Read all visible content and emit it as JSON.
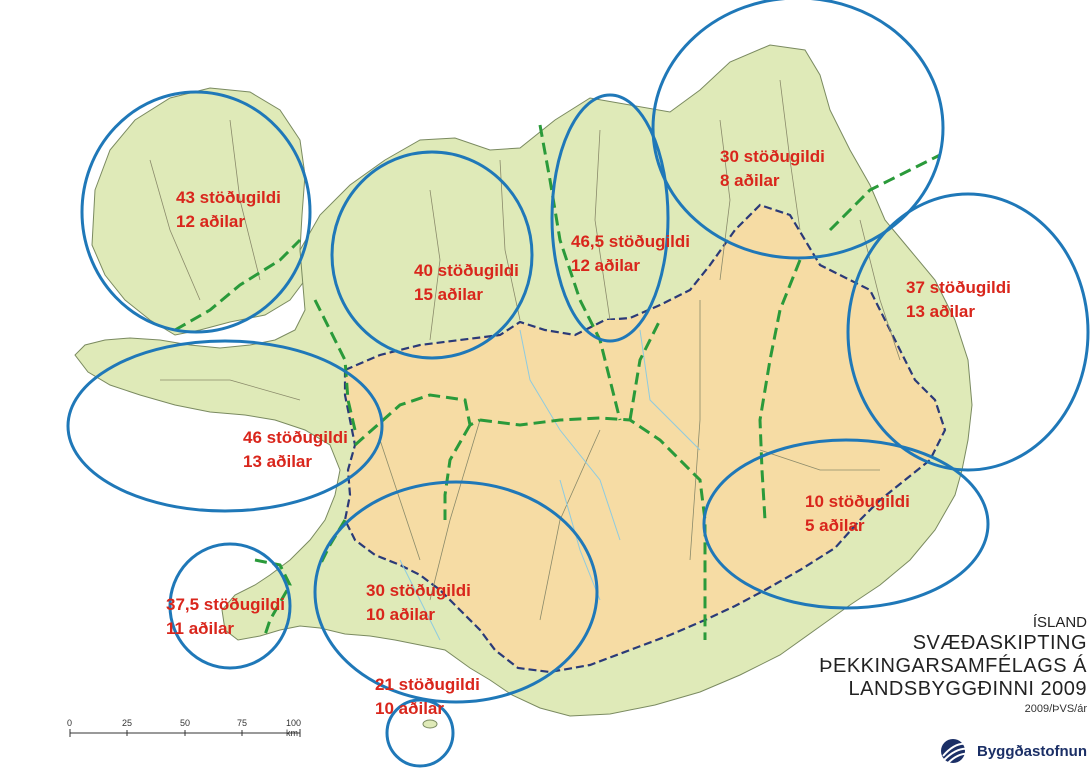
{
  "regions": [
    {
      "id": "vestfirdir",
      "line1": "43 stöðugildi",
      "line2": "12 aðilar"
    },
    {
      "id": "nordurland-vestra",
      "line1": "40 stöðugildi",
      "line2": "15 aðilar"
    },
    {
      "id": "eyjafjordur",
      "line1": "46,5 stöðugildi",
      "line2": "12 aðilar"
    },
    {
      "id": "nordurland-eystra",
      "line1": "30 stöðugildi",
      "line2": "8 aðilar"
    },
    {
      "id": "austurland",
      "line1": "37 stöðugildi",
      "line2": "13 aðilar"
    },
    {
      "id": "vesturland",
      "line1": "46 stöðugildi",
      "line2": "13 aðilar"
    },
    {
      "id": "sudurnes",
      "line1": "37,5 stöðugildi",
      "line2": "11 aðilar"
    },
    {
      "id": "sudurland",
      "line1": "30 stöðugildi",
      "line2": "10 aðilar"
    },
    {
      "id": "vestmannaeyjar",
      "line1": "21 stöðugildi",
      "line2": "10 aðilar"
    },
    {
      "id": "hornafjordur",
      "line1": "10 stöðugildi",
      "line2": "5 aðilar"
    }
  ],
  "title": {
    "country": "ÍSLAND",
    "line1": "SVÆÐASKIPTING",
    "line2": "ÞEKKINGARSAMFÉLAGS Á",
    "line3": "LANDSBYGGÐINNI 2009",
    "credit": "2009/ÞVS/ár"
  },
  "logo": {
    "name": "Byggðastofnun"
  },
  "scale": {
    "ticks": [
      "0",
      "25",
      "50",
      "75",
      "100 km"
    ]
  },
  "colors": {
    "land": "#dfeab8",
    "highland": "#f6dca4",
    "circle": "#1f78b8",
    "label": "#d9261c",
    "green_boundary": "#2a9a3a",
    "highland_boundary": "#2b3a78"
  }
}
